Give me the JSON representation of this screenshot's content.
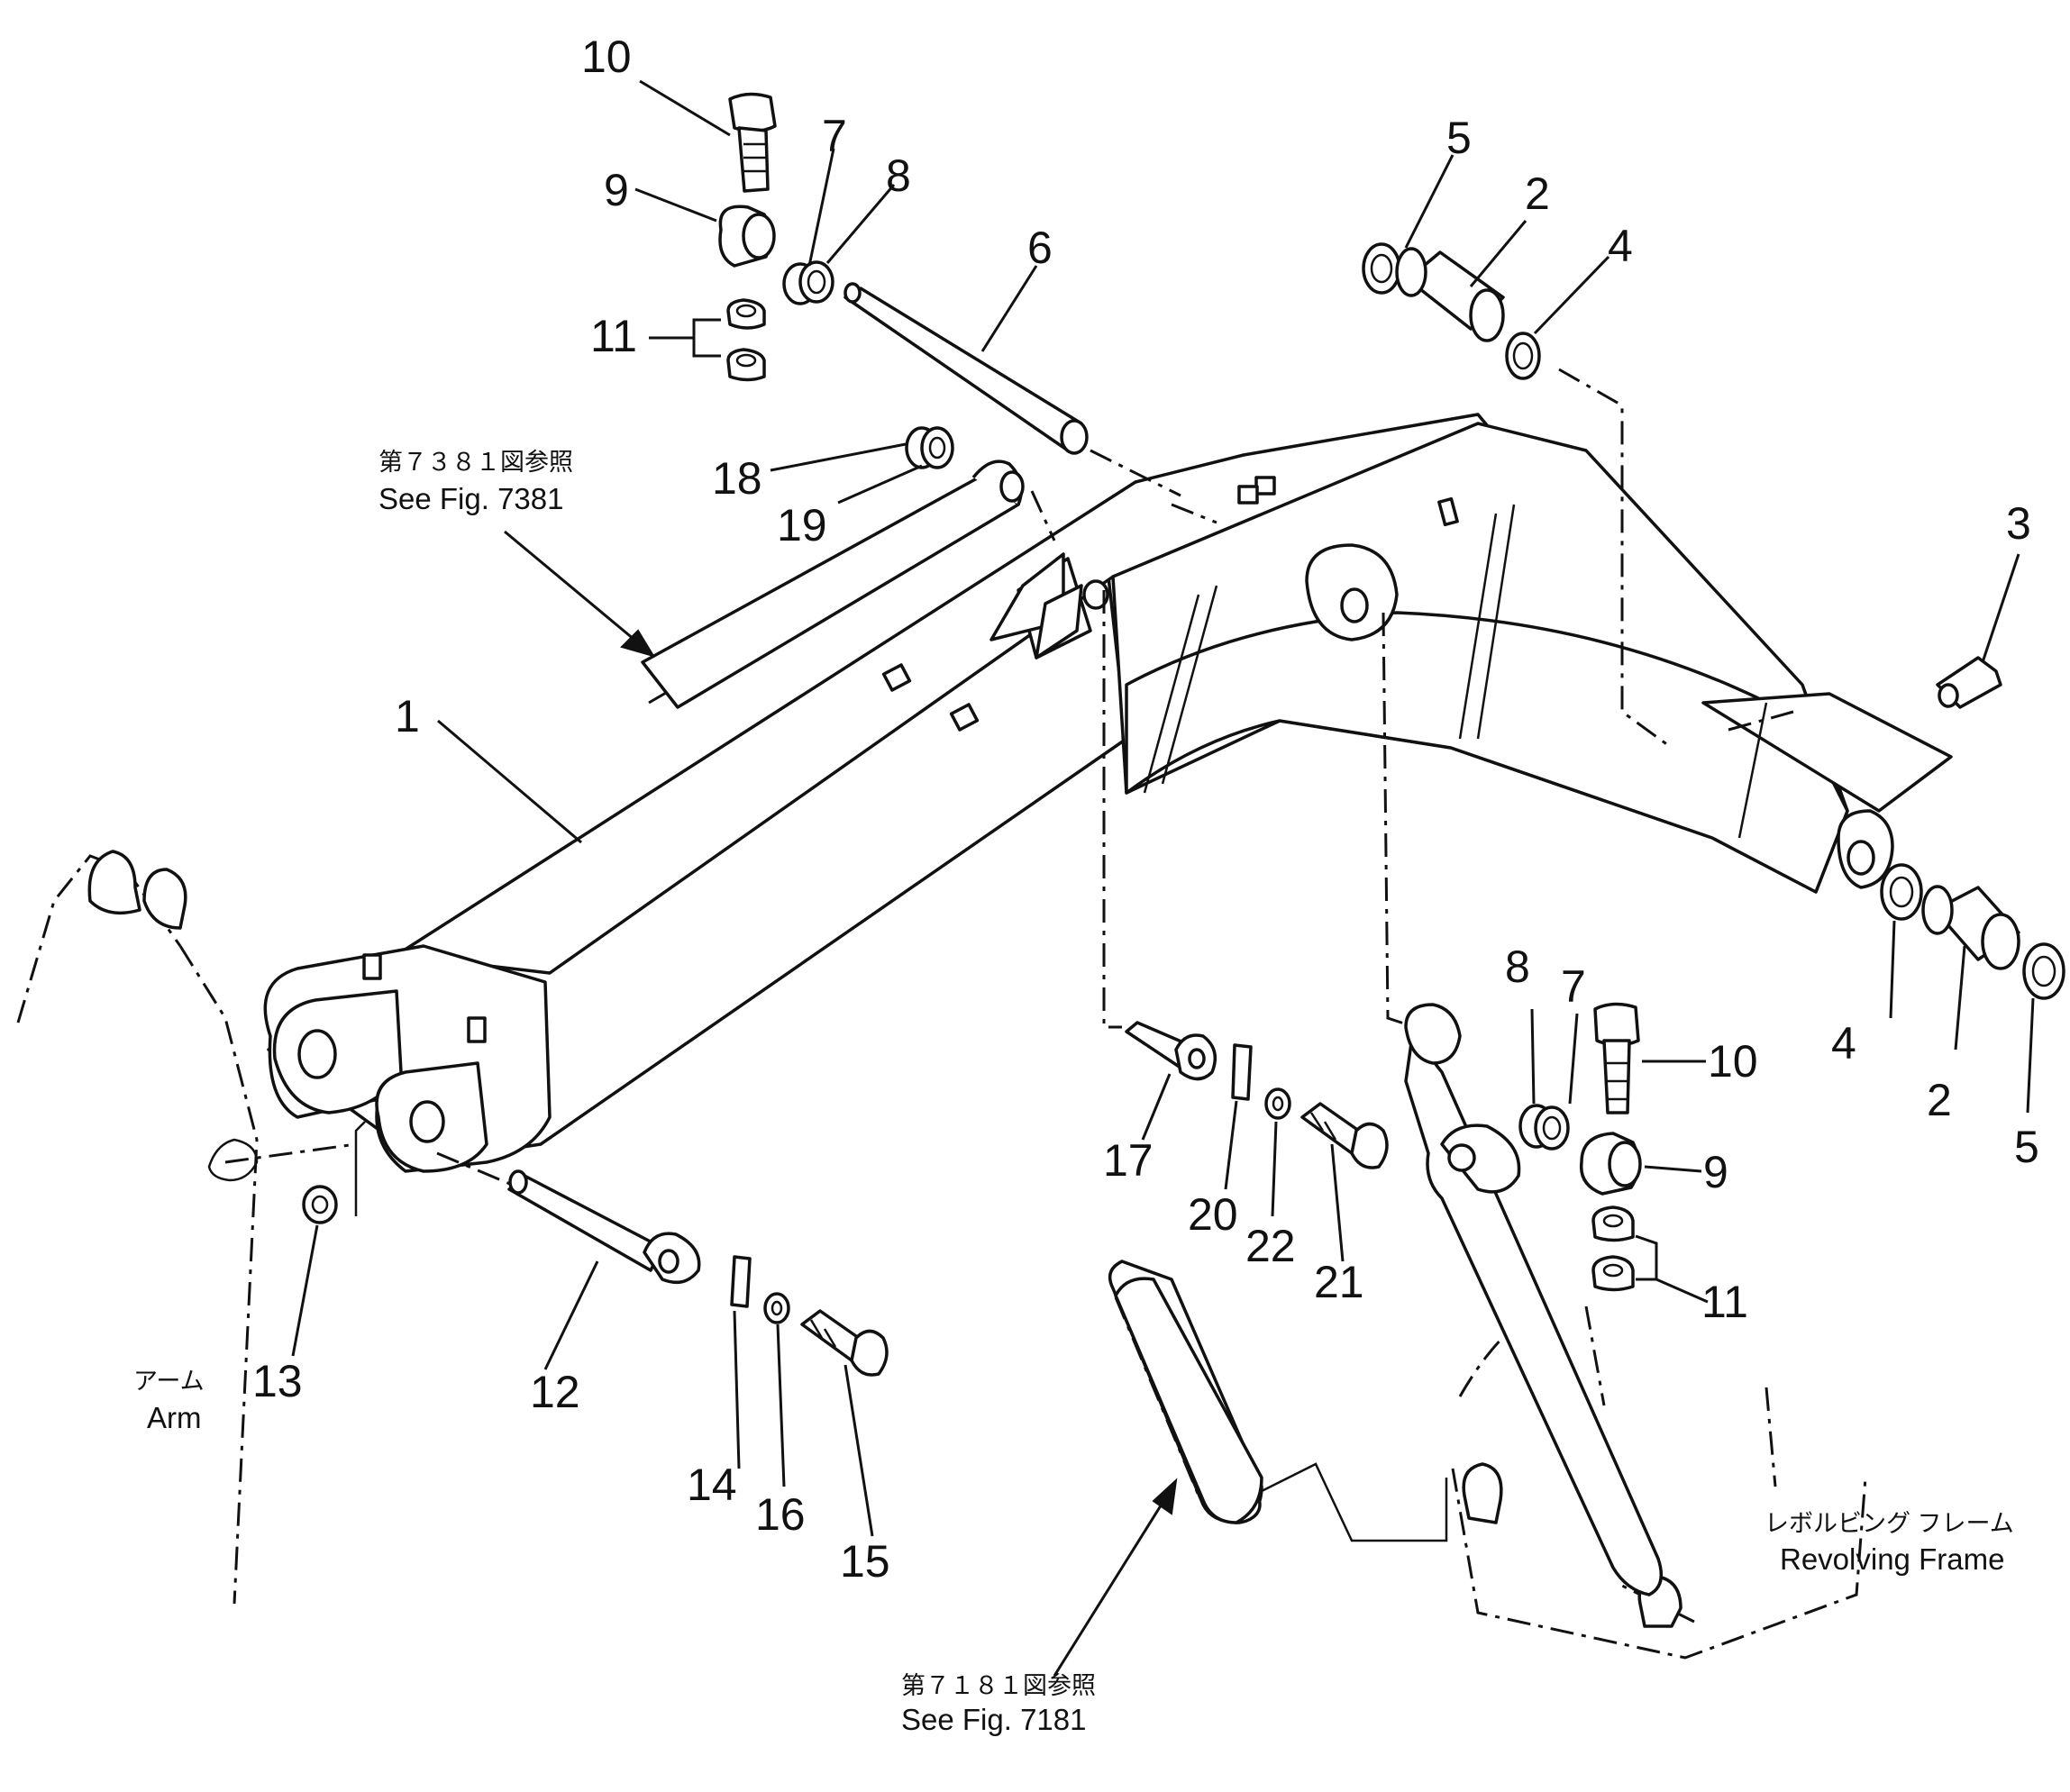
{
  "callouts": {
    "n1": "1",
    "n2": "2",
    "n3": "3",
    "n4": "4",
    "n5": "5",
    "n6": "6",
    "n7": "7",
    "n8": "8",
    "n9": "9",
    "n10": "10",
    "n11": "11",
    "n12": "12",
    "n13": "13",
    "n14": "14",
    "n15": "15",
    "n16": "16",
    "n17": "17",
    "n18": "18",
    "n19": "19",
    "n20": "20",
    "n21": "21",
    "n22": "22"
  },
  "notes": {
    "arm_jp": "アーム",
    "arm_en": "Arm",
    "ref_7381_jp": "第７３８１図参照",
    "ref_7381_en": "See Fig. 7381",
    "ref_7181_jp": "第７１８１図参照",
    "ref_7181_en": "See Fig. 7181",
    "frame_jp": "レボルビング フレーム",
    "frame_en": "Revolving Frame"
  },
  "colors": {
    "ink": "#111111",
    "paper": "#ffffff"
  }
}
